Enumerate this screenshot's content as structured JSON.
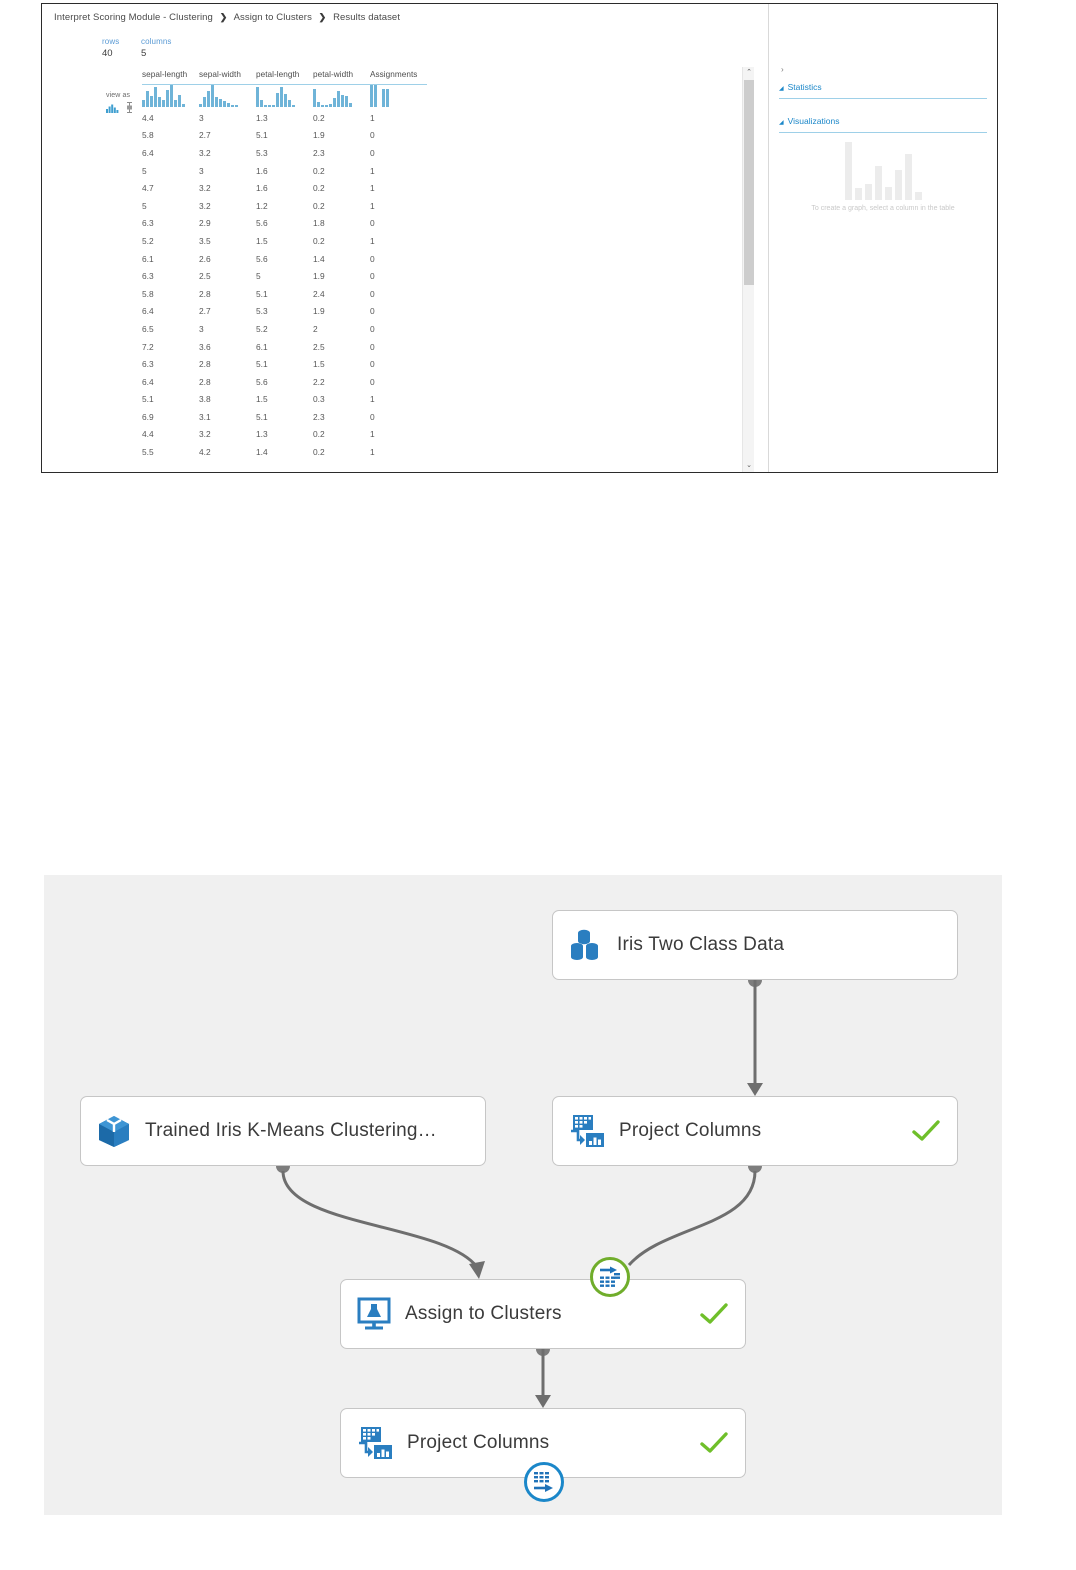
{
  "viewer": {
    "breadcrumb": [
      "Interpret Scoring Module - Clustering",
      "Assign to Clusters",
      "Results dataset"
    ],
    "breadcrumb_separator": "❯",
    "close_label": "×",
    "stats": [
      {
        "label": "rows",
        "value": "40"
      },
      {
        "label": "columns",
        "value": "5"
      }
    ],
    "view_as": {
      "label": "view as",
      "options": [
        "histogram-icon",
        "boxplot-icon"
      ],
      "selected": "histogram-icon"
    },
    "table": {
      "columns": [
        "sepal-length",
        "sepal-width",
        "petal-length",
        "petal-width",
        "Assignments"
      ],
      "histograms": [
        [
          7,
          16,
          11,
          20,
          10,
          7,
          17,
          22,
          7,
          12,
          3
        ],
        [
          3,
          10,
          16,
          22,
          10,
          8,
          6,
          4,
          2,
          2
        ],
        [
          20,
          7,
          2,
          2,
          2,
          14,
          20,
          13,
          7,
          2
        ],
        [
          18,
          5,
          2,
          2,
          3,
          9,
          16,
          12,
          11,
          4
        ],
        [
          22,
          22,
          0,
          18,
          18
        ]
      ],
      "rows": [
        [
          "4.4",
          "3",
          "1.3",
          "0.2",
          "1"
        ],
        [
          "5.8",
          "2.7",
          "5.1",
          "1.9",
          "0"
        ],
        [
          "6.4",
          "3.2",
          "5.3",
          "2.3",
          "0"
        ],
        [
          "5",
          "3",
          "1.6",
          "0.2",
          "1"
        ],
        [
          "4.7",
          "3.2",
          "1.6",
          "0.2",
          "1"
        ],
        [
          "5",
          "3.2",
          "1.2",
          "0.2",
          "1"
        ],
        [
          "6.3",
          "2.9",
          "5.6",
          "1.8",
          "0"
        ],
        [
          "5.2",
          "3.5",
          "1.5",
          "0.2",
          "1"
        ],
        [
          "6.1",
          "2.6",
          "5.6",
          "1.4",
          "0"
        ],
        [
          "6.3",
          "2.5",
          "5",
          "1.9",
          "0"
        ],
        [
          "5.8",
          "2.8",
          "5.1",
          "2.4",
          "0"
        ],
        [
          "6.4",
          "2.7",
          "5.3",
          "1.9",
          "0"
        ],
        [
          "6.5",
          "3",
          "5.2",
          "2",
          "0"
        ],
        [
          "7.2",
          "3.6",
          "6.1",
          "2.5",
          "0"
        ],
        [
          "6.3",
          "2.8",
          "5.1",
          "1.5",
          "0"
        ],
        [
          "6.4",
          "2.8",
          "5.6",
          "2.2",
          "0"
        ],
        [
          "5.1",
          "3.8",
          "1.5",
          "0.3",
          "1"
        ],
        [
          "6.9",
          "3.1",
          "5.1",
          "2.3",
          "0"
        ],
        [
          "4.4",
          "3.2",
          "1.3",
          "0.2",
          "1"
        ],
        [
          "5.5",
          "4.2",
          "1.4",
          "0.2",
          "1"
        ]
      ]
    },
    "panel": {
      "expand_glyph": "›",
      "caret_glyph": "◢",
      "sections": [
        {
          "title": "Statistics"
        },
        {
          "title": "Visualizations"
        }
      ],
      "viz_placeholder_text": "To create a graph, select a column in the table",
      "viz_placeholder_bars": [
        58,
        12,
        16,
        34,
        13,
        30,
        46,
        8
      ]
    },
    "scrollbar": {
      "up_glyph": "⌃",
      "down_glyph": "⌄"
    }
  },
  "graph": {
    "nodes": [
      {
        "id": "iris",
        "label": "Iris Two Class Data",
        "icon": "database-icon",
        "has_check": false
      },
      {
        "id": "trained",
        "label": "Trained Iris K-Means Clustering…",
        "icon": "cube-icon",
        "has_check": false
      },
      {
        "id": "project1",
        "label": "Project Columns",
        "icon": "project-columns-icon",
        "has_check": true
      },
      {
        "id": "assign",
        "label": "Assign to Clusters",
        "icon": "score-model-icon",
        "has_check": true
      },
      {
        "id": "project2",
        "label": "Project Columns",
        "icon": "project-columns-icon",
        "has_check": true
      }
    ],
    "badges": [
      {
        "id": "badge-assign",
        "icon": "dataset-input-icon",
        "color": "#70ad2b"
      },
      {
        "id": "badge-project2",
        "icon": "dataset-output-icon",
        "color": "#1b87c9"
      }
    ],
    "colors": {
      "canvas": "#f0f0f0",
      "node_border": "#c6c6c6",
      "edge": "#6e6e6e",
      "port": "#7d7d7d",
      "icon_blue": "#1f72b8",
      "check_green": "#6fbf2a"
    },
    "check_glyph": "✓"
  }
}
